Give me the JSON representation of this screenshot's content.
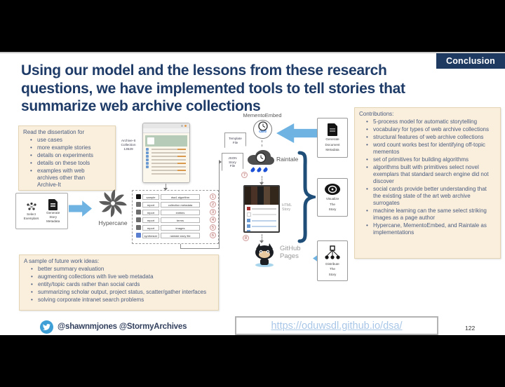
{
  "slide": {
    "badge": "Conclusion",
    "title_lines": [
      "Using our model and the lessons from these research",
      "questions, we have implemented tools to tell stories that",
      "summarize web archive collections"
    ],
    "page_number": "122"
  },
  "read_box": {
    "title": "Read the dissertation for",
    "items": [
      "use cases",
      "more example stories",
      "details on experiments",
      "details on these tools",
      "examples with web archives other than Archive-It"
    ]
  },
  "contributions_box": {
    "title": "Contributions:",
    "items": [
      "5-process model for automatic storytelling",
      "vocabulary for types of web archive collections",
      "structural features of web archive collections",
      "word count works best for identifying off-topic mementos",
      "set of primitives for building algorithms",
      "algorithms built with primitives select novel exemplars that standard search engine did not discover",
      "social cards provide better understanding that the existing state of the art web archive surrogates",
      "machine learning can the same select striking images as a page author",
      "Hypercane, MementoEmbed, and Raintale as implementations"
    ]
  },
  "future_box": {
    "title": "A sample of future work ideas:",
    "items": [
      "better summary evaluation",
      "augmenting collections with live web metadata",
      "entity/topic cards rather than social cards",
      "summarizing scholar output, project status, scatter/gather interfaces",
      "solving corporate intranet search problems"
    ]
  },
  "footer": {
    "handles": "@shawnmjones @StormyArchives",
    "link": "https://oduwsdl.github.io/dsa/"
  },
  "diagram": {
    "select_exemplars": [
      "Select",
      "Exemplars"
    ],
    "generate_story_metadata": [
      "Generate",
      "Story",
      "Metadata"
    ],
    "hypercane": "Hypercane",
    "archive_collection": [
      "Archive-It",
      "Collection",
      "13529"
    ],
    "mementoembed": "MementoEmbed",
    "memento_icon_text": "card",
    "raintale": "Raintale",
    "template_file": [
      "Template",
      "File"
    ],
    "json_story_file": [
      "JSON",
      "Story",
      "File"
    ],
    "html_story": [
      "HTML",
      "Story"
    ],
    "github_pages": [
      "GitHub",
      "Pages"
    ],
    "generate_document_metadata": [
      "Generate",
      "Document",
      "Metadata"
    ],
    "visualize_the_story": [
      "Visualize",
      "The",
      "Story"
    ],
    "distribute_the_story": [
      "Distribute",
      "The",
      "Story"
    ],
    "steps": [
      "1",
      "2",
      "3",
      "4",
      "5",
      "6",
      "7",
      "8"
    ],
    "pipeline": [
      {
        "cmd": "sample",
        "arg": "dsa1 algorithm"
      },
      {
        "cmd": "report",
        "arg": "collection metadata"
      },
      {
        "cmd": "report",
        "arg": "entities"
      },
      {
        "cmd": "report",
        "arg": "terms"
      },
      {
        "cmd": "report",
        "arg": "images"
      },
      {
        "cmd": "synthesize",
        "arg": "raintale story file"
      }
    ]
  },
  "colors": {
    "title_navy": "#1f3c68",
    "badge_navy": "#1e3a61",
    "note_beige": "#faeedc",
    "arrow_blue": "#6fb3e2",
    "brace_navy": "#1f4e79",
    "link_blue": "#a9c7e7",
    "twitter_blue": "#3d9fd6"
  }
}
